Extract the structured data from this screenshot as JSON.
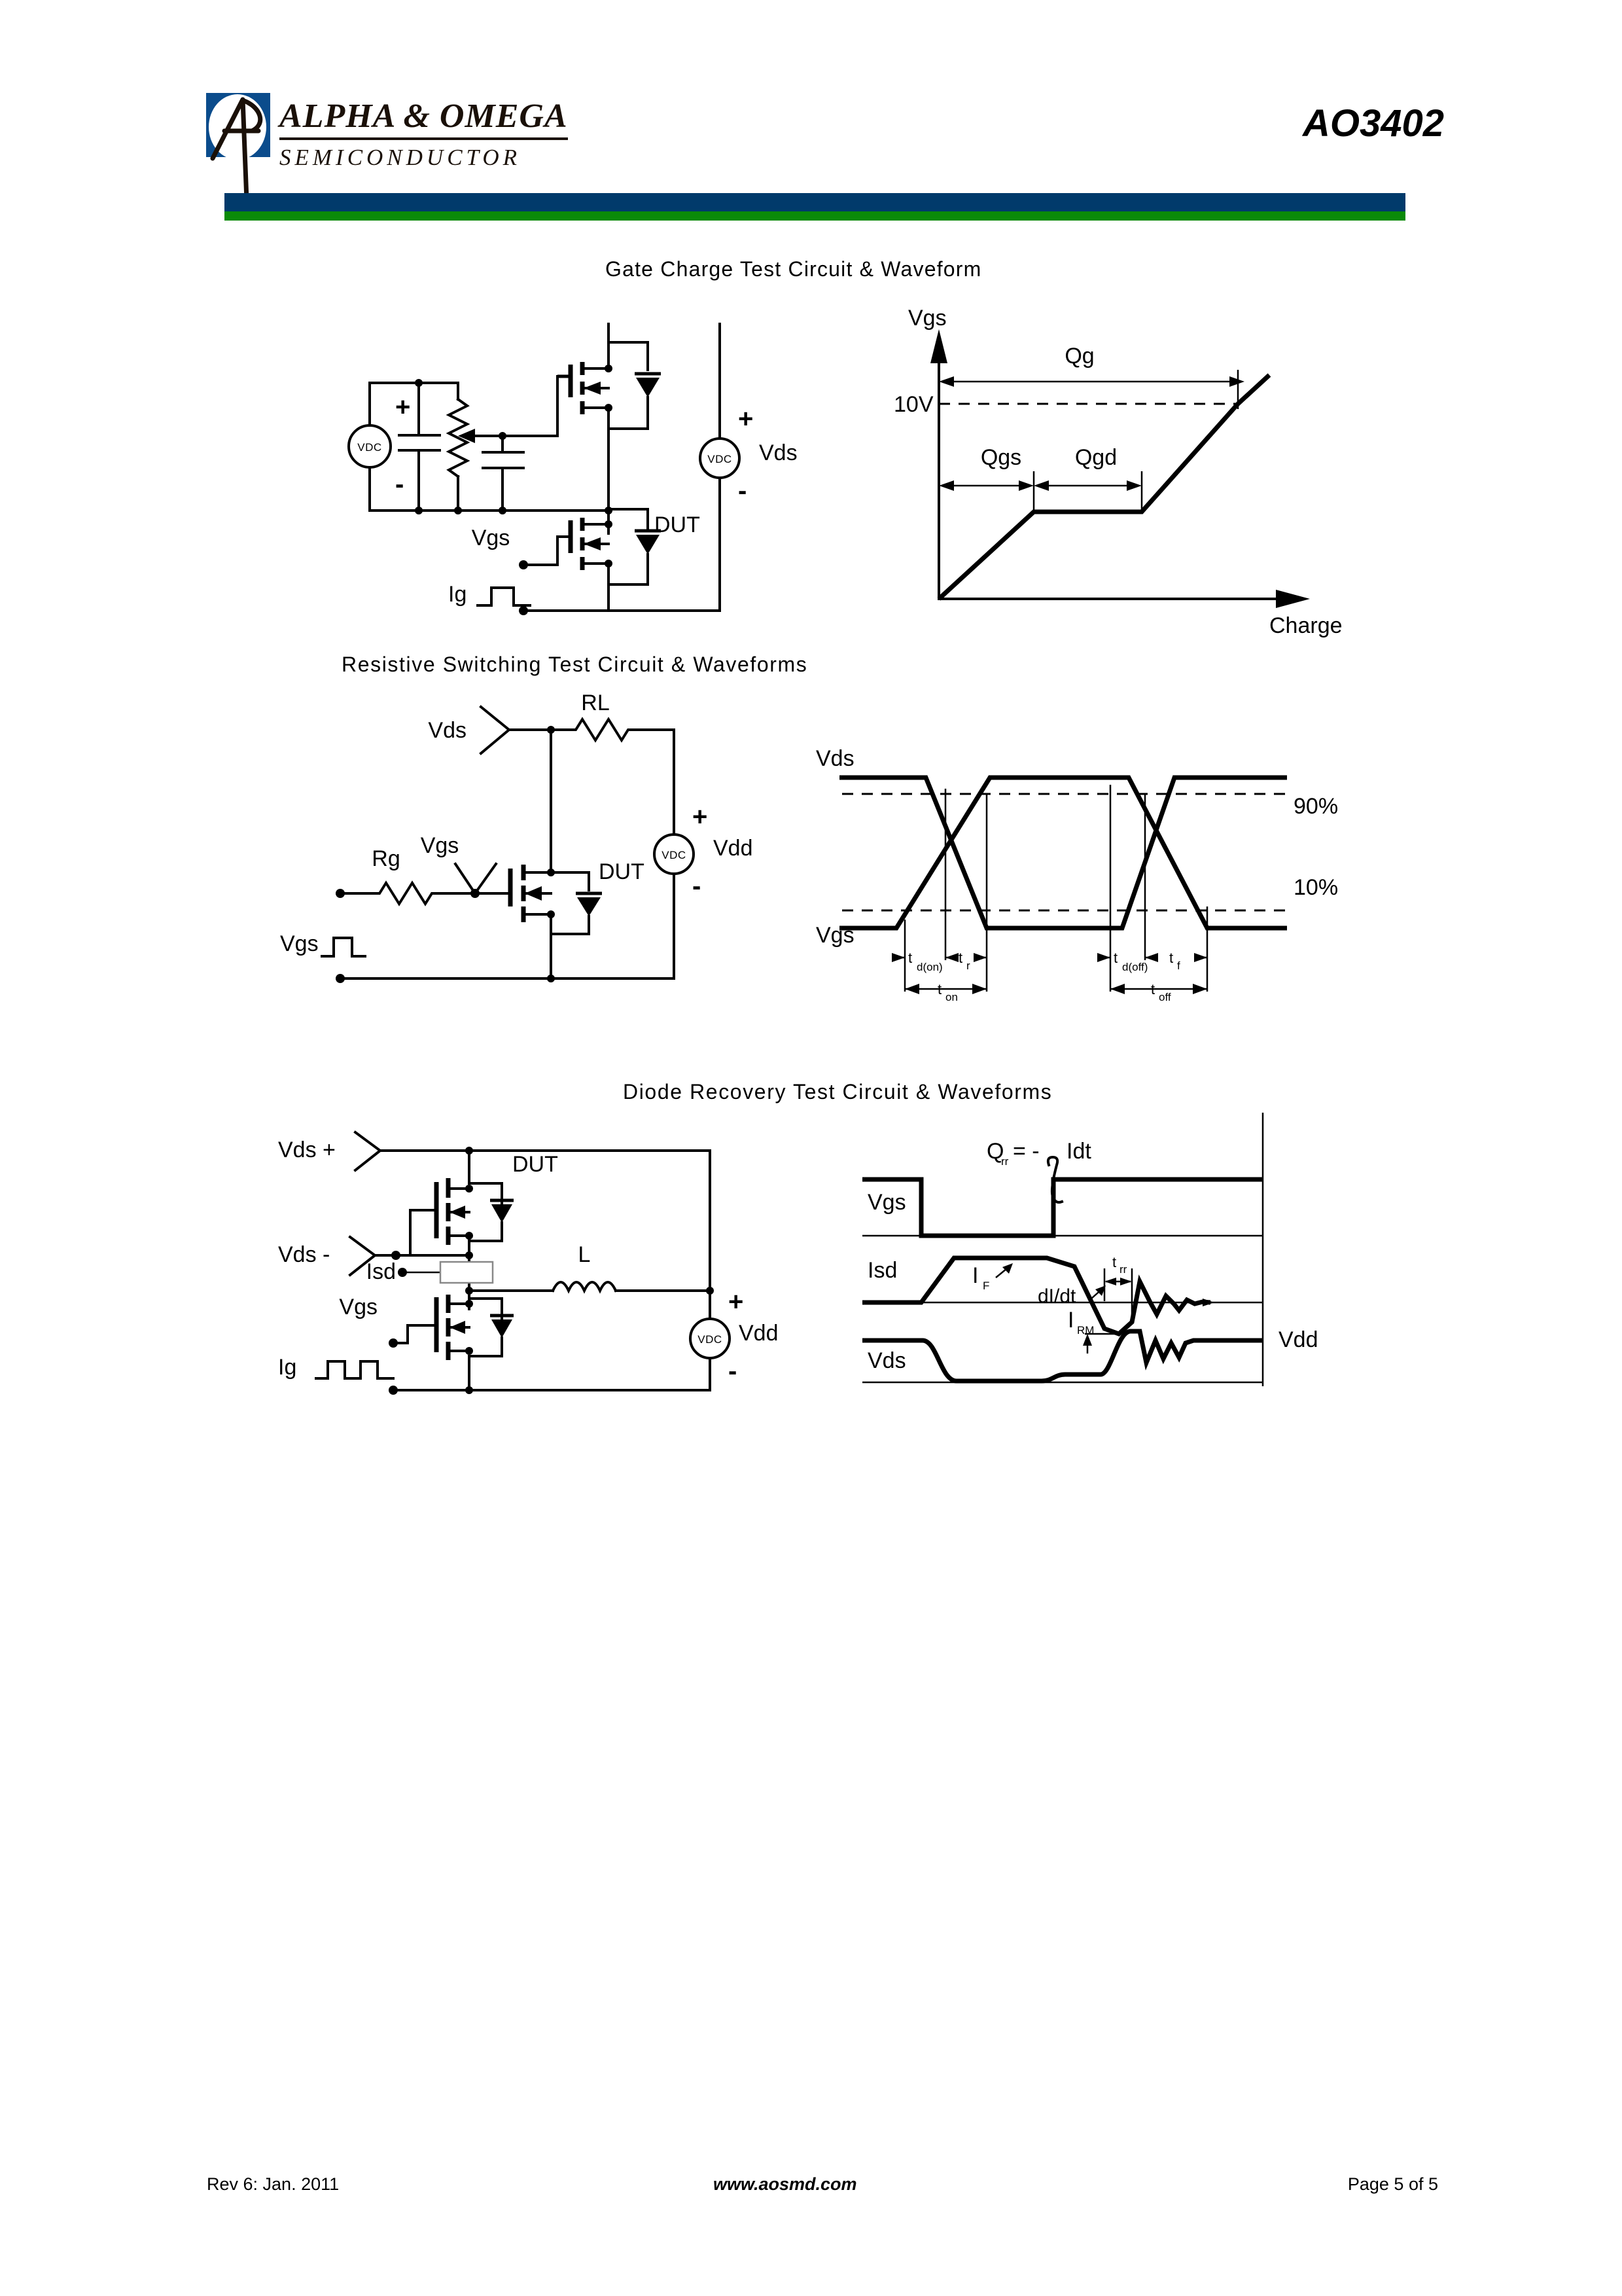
{
  "header": {
    "logo_line1": "ALPHA & OMEGA",
    "logo_line2": "SEMICONDUCTOR",
    "part_number": "AO3402",
    "rule_navy": "#013A6B",
    "rule_green": "#0A8A08",
    "logo_blue": "#0B4C8C"
  },
  "sections": {
    "gate_charge": {
      "title": "Gate Charge Test Circuit & Waveform",
      "circuit": {
        "source_left": "VDC",
        "source_right": "VDC",
        "plus": "+",
        "minus": "-",
        "vds": "Vds",
        "vgs": "Vgs",
        "dut": "DUT",
        "ig": "Ig"
      },
      "waveform": {
        "y_axis": "Vgs",
        "x_axis": "Charge",
        "level_10v": "10V",
        "qg": "Qg",
        "qgs": "Qgs",
        "qgd": "Qgd"
      }
    },
    "resistive_switching": {
      "title": "Resistive Switching Test Circuit & Waveforms",
      "circuit": {
        "rl": "RL",
        "rg": "Rg",
        "vds": "Vds",
        "vgs_probe": "Vgs",
        "vgs_src": "Vgs",
        "dut": "DUT",
        "source": "VDC",
        "vdd": "Vdd",
        "plus": "+",
        "minus": "-"
      },
      "waveform": {
        "vds": "Vds",
        "vgs": "Vgs",
        "level_90": "90%",
        "level_10": "10%",
        "td_on": "t",
        "td_on_sub": "d(on)",
        "tr": "t",
        "tr_sub": "r",
        "ton": "t",
        "ton_sub": "on",
        "td_off": "t",
        "td_off_sub": "d(off)",
        "tf": "t",
        "tf_sub": "f",
        "toff": "t",
        "toff_sub": "off"
      }
    },
    "diode_recovery": {
      "title": "Diode Recovery Test Circuit & Waveforms",
      "circuit": {
        "vds_plus": "Vds +",
        "vds_minus": "Vds -",
        "dut": "DUT",
        "isd": "Isd",
        "inductor": "L",
        "vgs": "Vgs",
        "ig": "Ig",
        "source": "VDC",
        "vdd": "Vdd",
        "plus": "+",
        "minus": "-"
      },
      "waveform": {
        "formula_q": "Q",
        "formula_sub": "rr",
        "formula_rest": "= -",
        "formula_idt": "Idt",
        "vgs": "Vgs",
        "isd": "Isd",
        "vds": "Vds",
        "i_f": "I",
        "i_f_sub": "F",
        "didt": "dI/dt",
        "trr": "t",
        "trr_sub": "rr",
        "irm": "I",
        "irm_sub": "RM",
        "vdd": "Vdd"
      }
    }
  },
  "footer": {
    "revision": "Rev 6: Jan. 2011",
    "website": "www.aosmd.com",
    "page": "Page 5 of 5"
  }
}
